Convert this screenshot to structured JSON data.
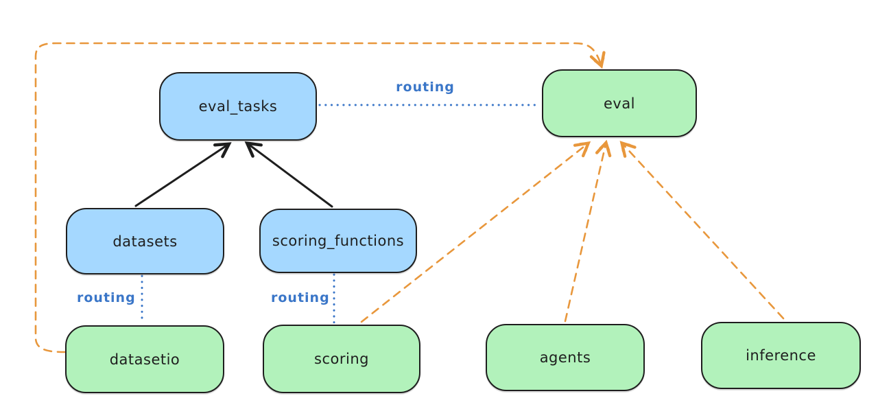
{
  "diagram": {
    "nodes": {
      "eval_tasks": {
        "label": "eval_tasks",
        "fill": "blue"
      },
      "eval": {
        "label": "eval",
        "fill": "green"
      },
      "datasets": {
        "label": "datasets",
        "fill": "blue"
      },
      "scoring_functions": {
        "label": "scoring_functions",
        "fill": "blue"
      },
      "datasetio": {
        "label": "datasetio",
        "fill": "green"
      },
      "scoring": {
        "label": "scoring",
        "fill": "green"
      },
      "agents": {
        "label": "agents",
        "fill": "green"
      },
      "inference": {
        "label": "inference",
        "fill": "green"
      }
    },
    "edge_labels": {
      "eval_tasks_to_eval": "routing",
      "datasets_to_datasetio": "routing",
      "scoring_functions_to_scoring": "routing"
    },
    "colors": {
      "blue_fill": "#a5d8ff",
      "green_fill": "#b2f2bb",
      "node_stroke": "#1e1e1e",
      "text_color": "#1e1e1e",
      "routing_blue": "#3a76c8",
      "orange": "#e8973c"
    }
  }
}
